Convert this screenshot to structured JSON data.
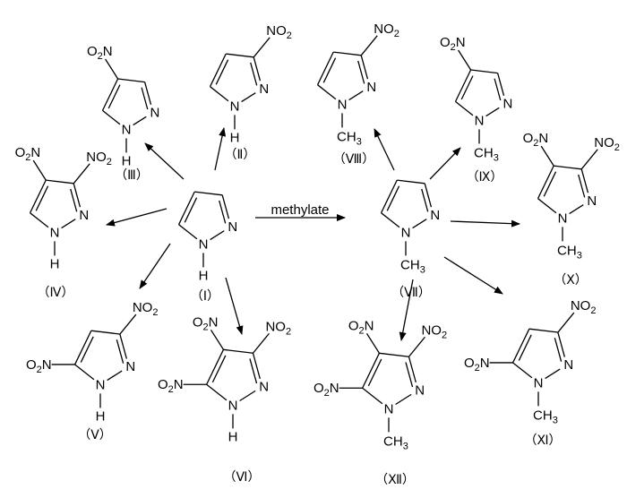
{
  "reaction": {
    "label": "methylate"
  },
  "atoms": {
    "N": "N",
    "H": "H",
    "CH3": "CH3",
    "NO2": "NO2",
    "O2N": "O2N"
  },
  "compounds": [
    {
      "id": "I",
      "label": "（Ⅰ）",
      "substituents": {
        "N1": "H"
      }
    },
    {
      "id": "II",
      "label": "（Ⅱ）",
      "substituents": {
        "N1": "H",
        "C3": "NO2"
      }
    },
    {
      "id": "III",
      "label": "（Ⅲ）",
      "substituents": {
        "N1": "H",
        "C4": "NO2"
      }
    },
    {
      "id": "IV",
      "label": "（Ⅳ）",
      "substituents": {
        "N1": "H",
        "C3": "NO2",
        "C4": "NO2"
      }
    },
    {
      "id": "V",
      "label": "（Ⅴ）",
      "substituents": {
        "N1": "H",
        "C3": "NO2",
        "C5": "NO2"
      }
    },
    {
      "id": "VI",
      "label": "（Ⅵ）",
      "substituents": {
        "N1": "H",
        "C3": "NO2",
        "C4": "NO2",
        "C5": "NO2"
      }
    },
    {
      "id": "VII",
      "label": "（Ⅶ）",
      "substituents": {
        "N1": "CH3"
      }
    },
    {
      "id": "VIII",
      "label": "（Ⅷ）",
      "substituents": {
        "N1": "CH3",
        "C3": "NO2"
      }
    },
    {
      "id": "IX",
      "label": "（Ⅸ）",
      "substituents": {
        "N1": "CH3",
        "C4": "NO2"
      }
    },
    {
      "id": "X",
      "label": "（Ⅹ）",
      "substituents": {
        "N1": "CH3",
        "C3": "NO2",
        "C4": "NO2"
      }
    },
    {
      "id": "XI",
      "label": "（Ⅺ）",
      "substituents": {
        "N1": "CH3",
        "C3": "NO2",
        "C5": "NO2"
      }
    },
    {
      "id": "XII",
      "label": "（Ⅻ）",
      "substituents": {
        "N1": "CH3",
        "C3": "NO2",
        "C4": "NO2",
        "C5": "NO2"
      }
    }
  ],
  "arrows": [
    {
      "from": "I",
      "to": "II"
    },
    {
      "from": "I",
      "to": "III"
    },
    {
      "from": "I",
      "to": "IV"
    },
    {
      "from": "I",
      "to": "V"
    },
    {
      "from": "I",
      "to": "VI"
    },
    {
      "from": "I",
      "to": "VII",
      "label_ref": "reaction.label"
    },
    {
      "from": "VII",
      "to": "VIII"
    },
    {
      "from": "VII",
      "to": "IX"
    },
    {
      "from": "VII",
      "to": "X"
    },
    {
      "from": "VII",
      "to": "XI"
    },
    {
      "from": "VII",
      "to": "XII"
    }
  ]
}
